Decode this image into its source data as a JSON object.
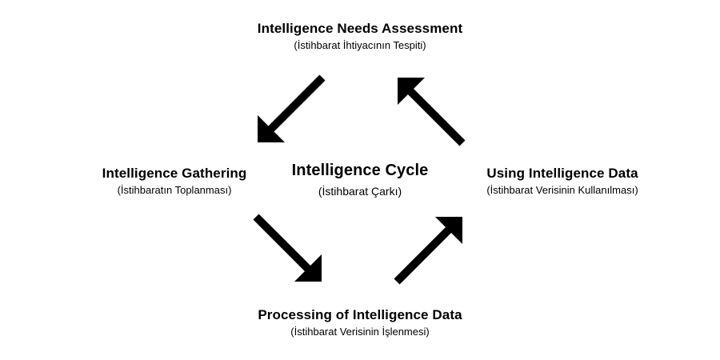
{
  "diagram": {
    "center": {
      "title": "Intelligence Cycle",
      "subtitle": "(İstihbarat Çarkı)"
    },
    "nodes": {
      "top": {
        "title": "Intelligence Needs Assessment",
        "subtitle": "(İstihbarat İhtiyacının Tespiti)"
      },
      "left": {
        "title": "Intelligence Gathering",
        "subtitle": "(İstihbaratın Toplanması)"
      },
      "right": {
        "title": "Using Intelligence Data",
        "subtitle": "(İstihbarat Verisinin Kullanılması)"
      },
      "bottom": {
        "title": "Processing of Intelligence Data",
        "subtitle": "(İstihbarat Verisinin İşlenmesi)"
      }
    },
    "arrow_color": "#000000",
    "text_color": "#000000"
  }
}
